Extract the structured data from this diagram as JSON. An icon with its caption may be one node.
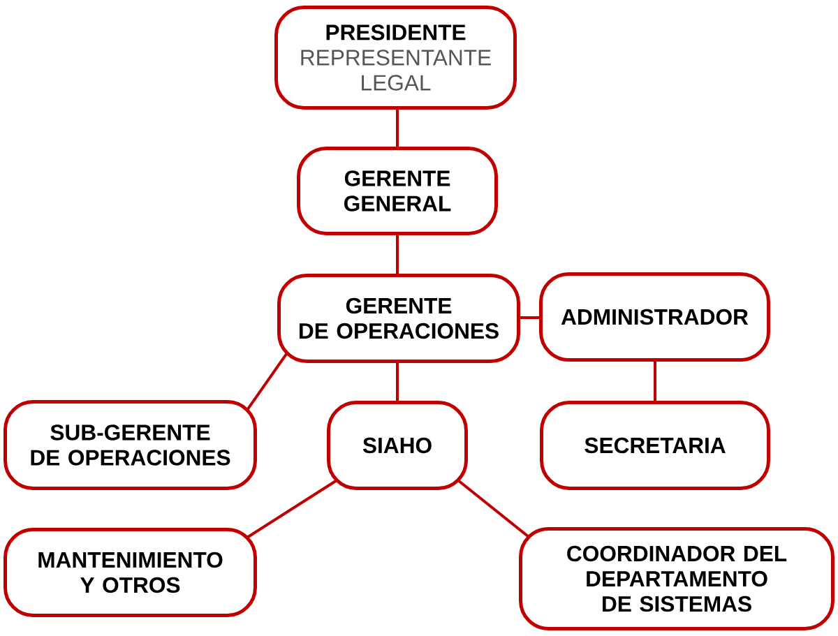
{
  "diagram": {
    "nodes": [
      {
        "text": [
          "PRESIDENTE",
          "REPRESENTANTE LEGAL"
        ]
      },
      {
        "text": [
          "GERENTE GENERAL"
        ]
      },
      {
        "text": [
          "GERENTE DE OPERACIONES"
        ]
      },
      {
        "text": [
          "ADMINISTRADOR"
        ]
      },
      {
        "text": [
          "SUB-GERENTE DE OPERACIONES"
        ]
      },
      {
        "text": [
          "SIAHO"
        ]
      },
      {
        "text": [
          "SECRETARIA"
        ]
      },
      {
        "text": [
          "MANTENIMIENTO Y OTROS"
        ]
      },
      {
        "text": [
          "COORDINADOR DEL DEPARTAMENTO DE SISTEMAS"
        ]
      }
    ],
    "edges": [
      {
        "from": 0,
        "to": 1,
        "arrow": "none"
      },
      {
        "from": 1,
        "to": 2,
        "arrow": "none"
      },
      {
        "from": 2,
        "to": 3,
        "arrow": "none"
      },
      {
        "from": 2,
        "to": 4,
        "arrow": "none"
      },
      {
        "from": 2,
        "to": 5,
        "arrow": "none"
      },
      {
        "from": 3,
        "to": 6,
        "arrow": "none"
      },
      {
        "from": 5,
        "to": 7,
        "arrow": "none"
      },
      {
        "from": 5,
        "to": 8,
        "arrow": "none"
      }
    ]
  }
}
